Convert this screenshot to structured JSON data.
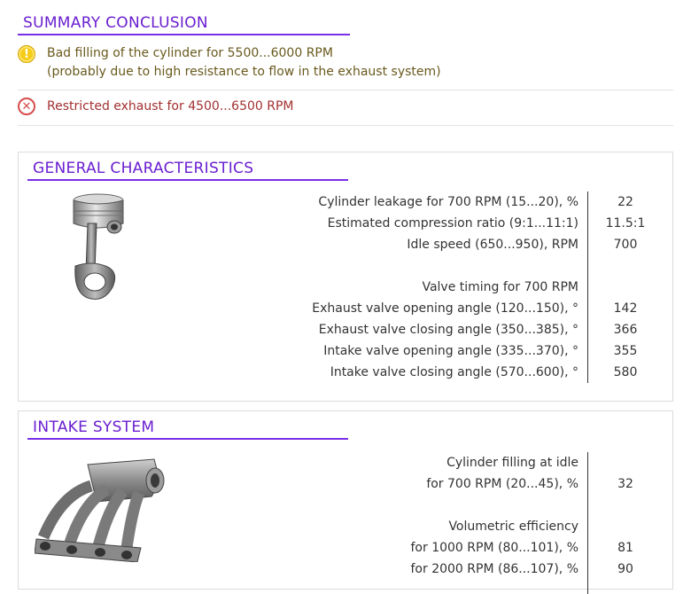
{
  "summary": {
    "title": "SUMMARY CONCLUSION",
    "alerts": [
      {
        "type": "warning",
        "icon": "warning-icon",
        "line1": "Bad filling of the cylinder for 5500...6000 RPM",
        "line2": "(probably due to high resistance to flow in the exhaust system)"
      },
      {
        "type": "error",
        "icon": "error-x-icon",
        "line1": "Restricted exhaust for 4500...6500 RPM"
      }
    ]
  },
  "general": {
    "title": "GENERAL CHARACTERISTICS",
    "image": "piston-connecting-rod-image",
    "rows": [
      {
        "label": "Cylinder leakage for 700 RPM (15...20), %",
        "value": "22"
      },
      {
        "label": "Estimated compression ratio (9:1...11:1)",
        "value": "11.5:1"
      },
      {
        "label": "Idle speed (650...950), RPM",
        "value": "700"
      },
      {
        "label": "",
        "value": ""
      },
      {
        "label": "Valve timing for 700 RPM",
        "value": ""
      },
      {
        "label": "Exhaust valve opening angle (120...150), °",
        "value": "142"
      },
      {
        "label": "Exhaust valve closing angle (350...385), °",
        "value": "366"
      },
      {
        "label": "Intake valve opening angle (335...370), °",
        "value": "355"
      },
      {
        "label": "Intake valve closing angle (570...600), °",
        "value": "580"
      }
    ]
  },
  "intake": {
    "title": "INTAKE SYSTEM",
    "image": "intake-manifold-image",
    "rows": [
      {
        "label": "Cylinder filling at idle",
        "value": ""
      },
      {
        "label": "for 700 RPM (20...45), %",
        "value": "32"
      },
      {
        "label": "",
        "value": ""
      },
      {
        "label": "Volumetric efficiency",
        "value": ""
      },
      {
        "label": "for 1000 RPM (80...101), %",
        "value": "81"
      },
      {
        "label": "for 2000 RPM (86...107), %",
        "value": "90"
      }
    ]
  },
  "colors": {
    "heading": "#6a1fd0",
    "warning": "#f6cc1a",
    "error": "#d74c4c"
  }
}
